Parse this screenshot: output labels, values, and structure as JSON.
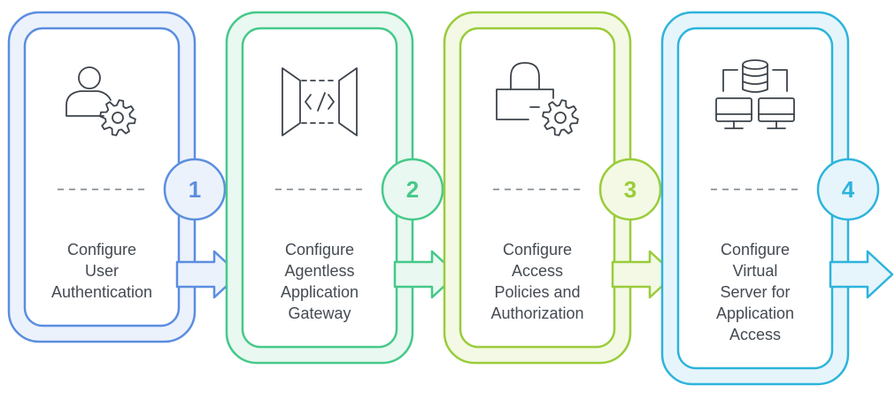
{
  "steps": [
    {
      "number": "1",
      "label_lines": [
        "Configure",
        "User",
        "Authentication"
      ],
      "icon": "user-gear-icon",
      "color": "#5b8ee0",
      "fill": "#ecf2fc"
    },
    {
      "number": "2",
      "label_lines": [
        "Configure",
        "Agentless",
        "Application",
        "Gateway"
      ],
      "icon": "code-gateway-icon",
      "color": "#45c98a",
      "fill": "#e9f8f0"
    },
    {
      "number": "3",
      "label_lines": [
        "Configure",
        "Access",
        "Policies and",
        "Authorization"
      ],
      "icon": "lock-gear-icon",
      "color": "#9acc3a",
      "fill": "#f3f9e4"
    },
    {
      "number": "4",
      "label_lines": [
        "Configure",
        "Virtual",
        "Server for",
        "Application",
        "Access"
      ],
      "icon": "database-computers-icon",
      "color": "#2db4dc",
      "fill": "#e6f5fb"
    }
  ]
}
